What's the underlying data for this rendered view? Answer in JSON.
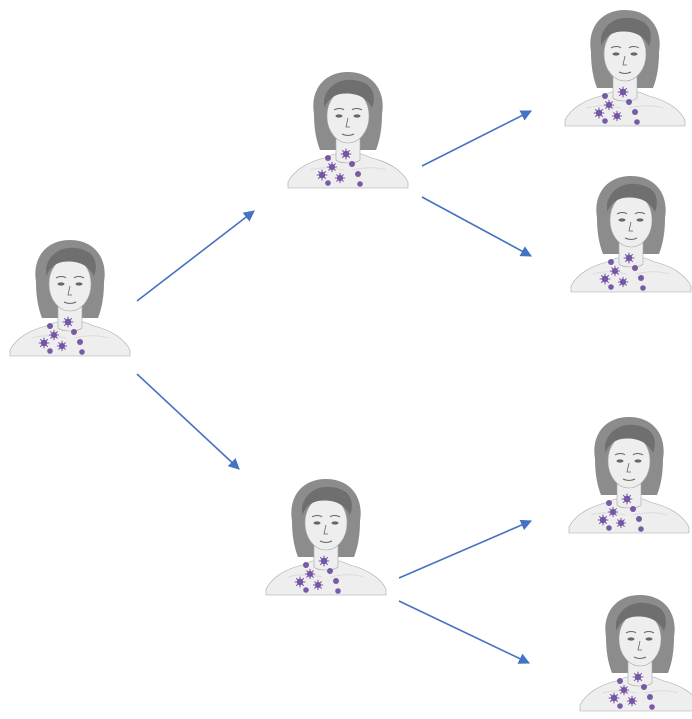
{
  "diagram": {
    "colors": {
      "arrow": "#4472c4",
      "hair": "#8c8c8c",
      "hair_dark": "#6f6f6f",
      "skin": "#eeeeee",
      "skin_shade": "#dcdcdc",
      "outline": "#a8a8a8",
      "feature": "#666666",
      "lymph_node": "#6a4a9c",
      "lymph_spike": "#7b5bb0"
    },
    "figure_icon": "person-with-neck-lymph-nodes",
    "figures": [
      {
        "id": "root",
        "level": 0
      },
      {
        "id": "upper-branch",
        "level": 1
      },
      {
        "id": "lower-branch",
        "level": 1
      },
      {
        "id": "upper-upper-leaf",
        "level": 2
      },
      {
        "id": "upper-lower-leaf",
        "level": 2
      },
      {
        "id": "lower-upper-leaf",
        "level": 2
      },
      {
        "id": "lower-lower-leaf",
        "level": 2
      }
    ],
    "edges": [
      {
        "from": "root",
        "to": "upper-branch"
      },
      {
        "from": "root",
        "to": "lower-branch"
      },
      {
        "from": "upper-branch",
        "to": "upper-upper-leaf"
      },
      {
        "from": "upper-branch",
        "to": "upper-lower-leaf"
      },
      {
        "from": "lower-branch",
        "to": "lower-upper-leaf"
      },
      {
        "from": "lower-branch",
        "to": "lower-lower-leaf"
      }
    ]
  }
}
